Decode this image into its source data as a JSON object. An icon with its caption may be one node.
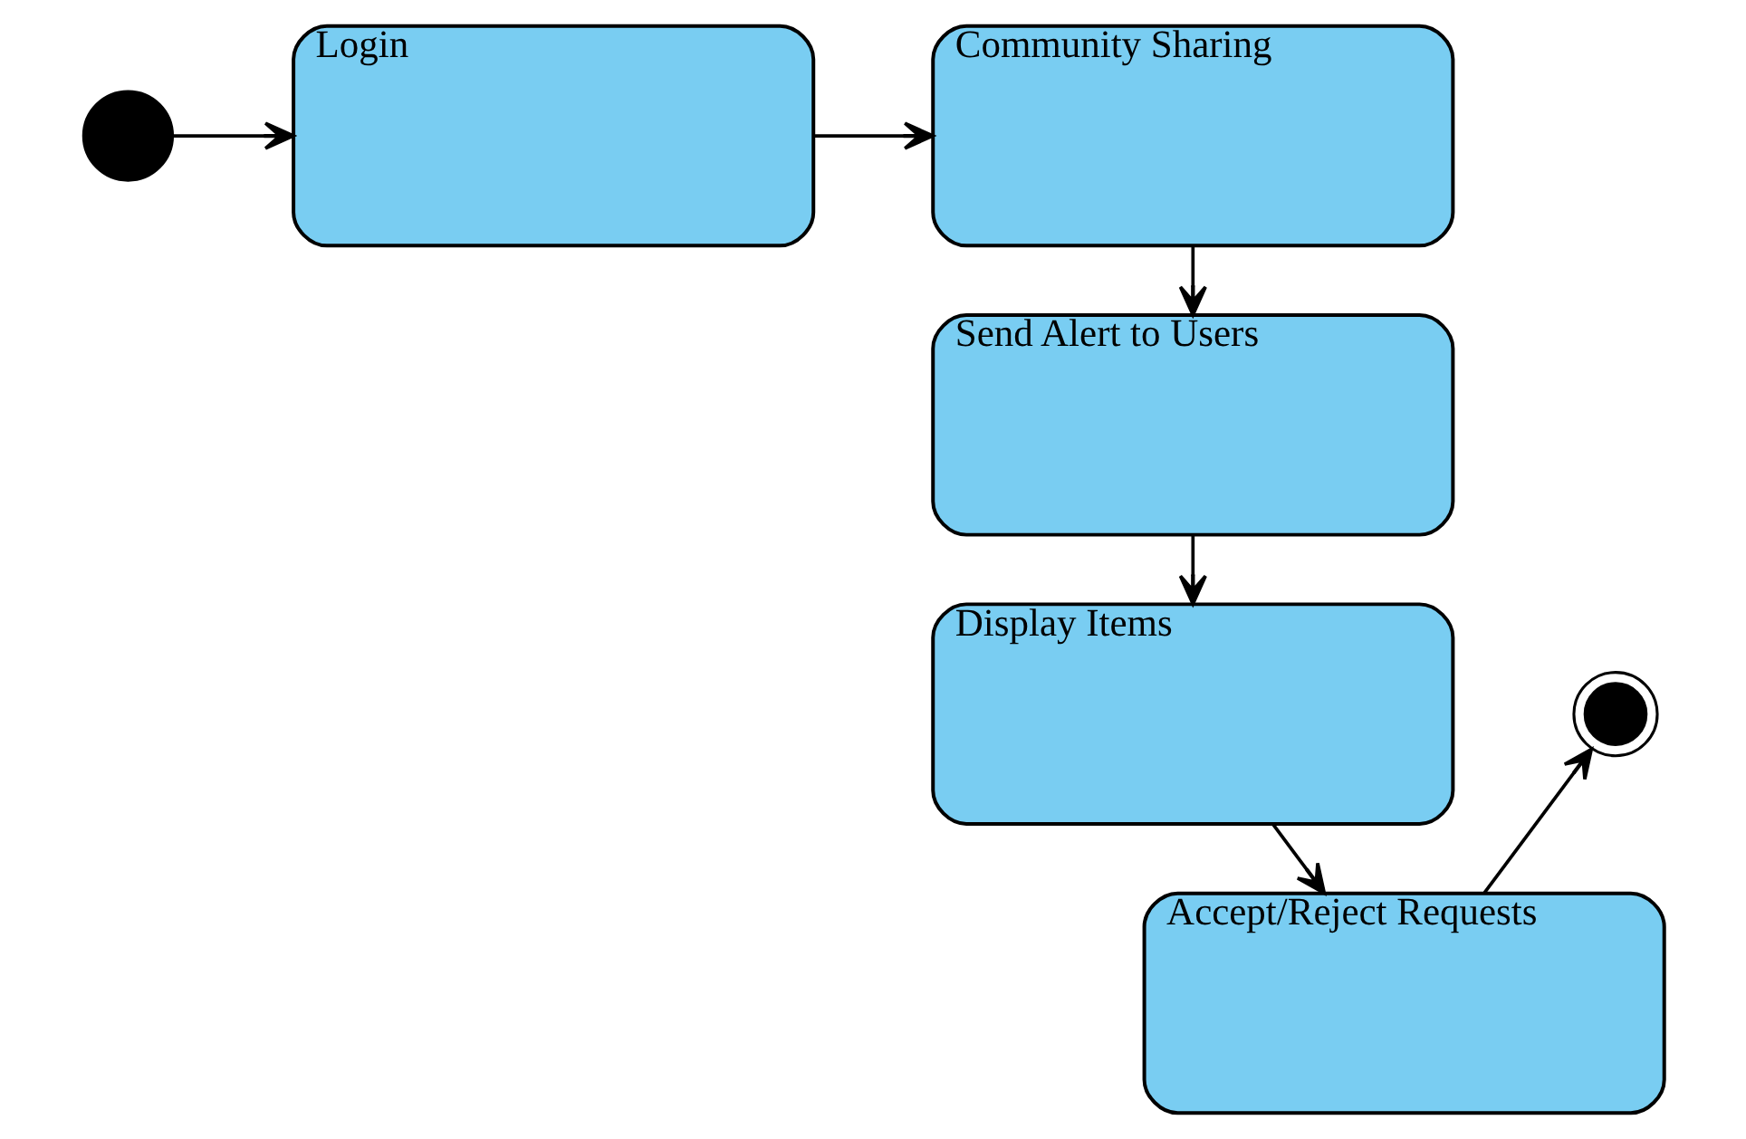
{
  "diagram": {
    "nodes": [
      {
        "text": [],
        "shape": "circle"
      },
      {
        "text": [
          "Login"
        ]
      },
      {
        "text": [
          "Community Sharing"
        ]
      },
      {
        "text": [
          "Send Alert to Users"
        ]
      },
      {
        "text": [
          "Display Items"
        ]
      },
      {
        "text": [
          "Accept/Reject Requests"
        ]
      },
      {
        "text": [],
        "shape": "circle"
      }
    ],
    "edges": [
      {
        "from": 0,
        "to": 1,
        "arrow": "to"
      },
      {
        "from": 1,
        "to": 2,
        "arrow": "to"
      },
      {
        "from": 2,
        "to": 3,
        "arrow": "to"
      },
      {
        "from": 3,
        "to": 4,
        "arrow": "to"
      },
      {
        "from": 4,
        "to": 5,
        "arrow": "to"
      },
      {
        "from": 5,
        "to": 6,
        "arrow": "to"
      }
    ]
  }
}
